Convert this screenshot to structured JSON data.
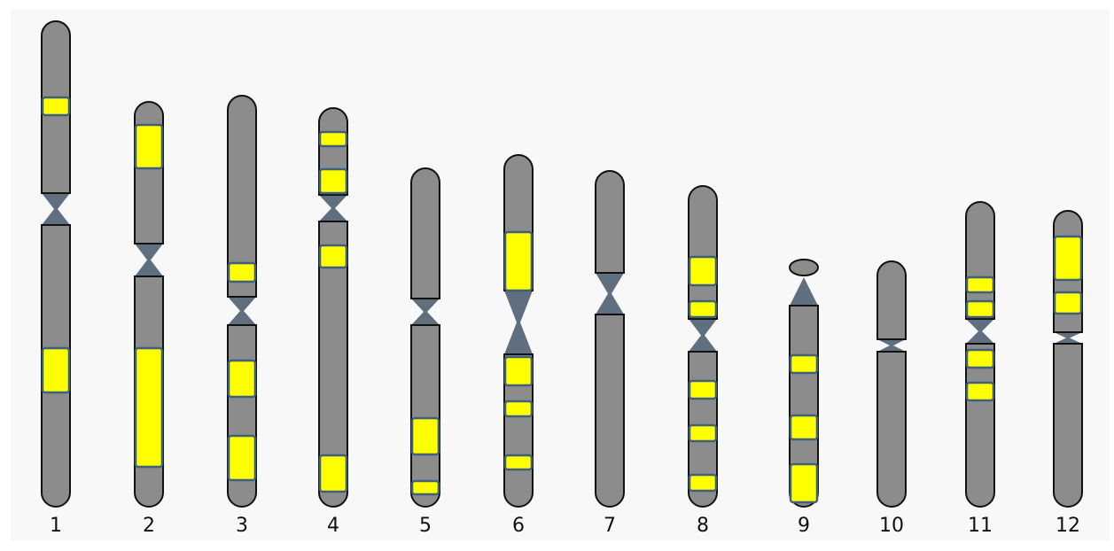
{
  "colors": {
    "background": "#f8f8f8",
    "chromosome_fill": "#8c8c8c",
    "chromosome_outline": "#111111",
    "centromere_fill": "#5f6f7f",
    "band_fill": "#ffff00",
    "band_outline": "#3f5f7f"
  },
  "chromosomes": [
    {
      "label": "1",
      "yellow_band_count": 2
    },
    {
      "label": "2",
      "yellow_band_count": 2
    },
    {
      "label": "3",
      "yellow_band_count": 3
    },
    {
      "label": "4",
      "yellow_band_count": 4
    },
    {
      "label": "5",
      "yellow_band_count": 2
    },
    {
      "label": "6",
      "yellow_band_count": 4
    },
    {
      "label": "7",
      "yellow_band_count": 0
    },
    {
      "label": "8",
      "yellow_band_count": 5
    },
    {
      "label": "9",
      "yellow_band_count": 3
    },
    {
      "label": "10",
      "yellow_band_count": 0
    },
    {
      "label": "11",
      "yellow_band_count": 4
    },
    {
      "label": "12",
      "yellow_band_count": 2
    }
  ]
}
